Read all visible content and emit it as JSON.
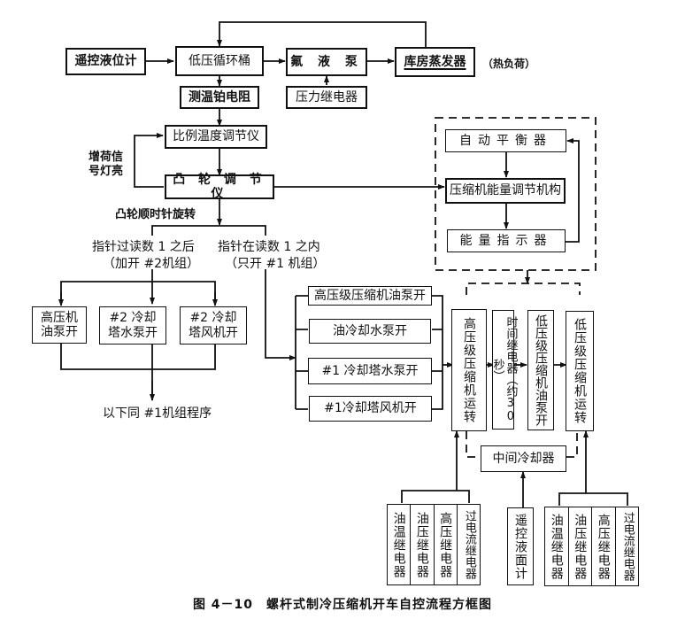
{
  "caption": "图 4－10　螺杆式制冷压缩机开车自控流程方框图",
  "top_row": {
    "remote_level_gauge": "遥控液位计",
    "low_pressure_drum": "低压循环桶",
    "freon_pump": "氟 液 泵",
    "cold_room_evaporator": "库房蒸发器",
    "heat_load_note": "（热负荷）",
    "platinum_rtd": "测温铂电阻",
    "pressure_relay": "压力继电器"
  },
  "control_chain": {
    "proportional_controller": "比例温度调节仪",
    "load_increase_signal": "增荷信\n号灯亮",
    "cam_controller": "凸 轮 调 节 仪",
    "cam_rotation": "凸轮顺时针旋转",
    "after_reading_1": "指针过读数 1 之后",
    "after_reading_1_sub": "（加开 #2机组）",
    "within_reading_1": "指针在读数 1 之内",
    "within_reading_1_sub": "（只开 #1 机组）"
  },
  "capacity_group": {
    "auto_balancer": "自动平衡器",
    "capacity_mechanism": "压缩机能量调节机构",
    "capacity_indicator": "能量指示器"
  },
  "unit2_branch": {
    "hp_oil_pump": "高压机\n油泵开",
    "tower2_water_pump": "#2 冷却\n塔水泵开",
    "tower2_fan": "#2 冷却\n塔风机开",
    "same_as_unit1": "以下同 #1机组程序"
  },
  "unit1_branch": {
    "hp_stage_oil_pump": "高压级压缩机油泵开",
    "oil_cooling_water_pump": "油冷却水泵开",
    "tower1_water_pump": "#1 冷却塔水泵开",
    "tower1_fan": "#1冷却塔风机开"
  },
  "run_sequence": {
    "hp_compressor_run": "高压级压缩机运转",
    "time_relay": "时间继电器（约30秒）",
    "lp_oil_pump": "低压级压缩机油泵开",
    "lp_compressor_run": "低压级压缩机运转",
    "intercooler": "中间冷却器"
  },
  "protection_left": [
    "油温继电器",
    "油压继电器",
    "高压继电器",
    "过电流继电器"
  ],
  "remote_level_meter": "遥控液面计",
  "protection_right": [
    "油温继电器",
    "油压继电器",
    "高压继电器",
    "过电流继电器"
  ]
}
